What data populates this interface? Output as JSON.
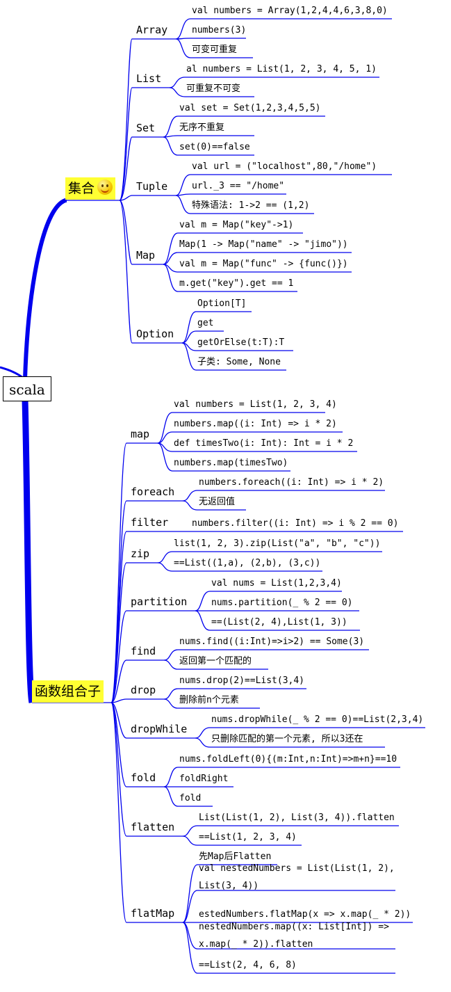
{
  "root": "scala",
  "collections": {
    "label": "集合",
    "icon": "smiley-icon",
    "groups": [
      {
        "name": "Array",
        "items": [
          "val numbers = Array(1,2,4,4,6,3,8,0)",
          "numbers(3)",
          "可变可重复"
        ]
      },
      {
        "name": "List",
        "items": [
          "al numbers = List(1, 2, 3, 4, 5, 1)",
          "可重复不可变"
        ]
      },
      {
        "name": "Set",
        "items": [
          "val set = Set(1,2,3,4,5,5)",
          "无序不重复",
          "set(0)==false"
        ]
      },
      {
        "name": "Tuple",
        "items": [
          "val url = (\"localhost\",80,\"/home\")",
          "url._3 == \"/home\"",
          "特殊语法: 1->2 == (1,2)"
        ]
      },
      {
        "name": "Map",
        "items": [
          "val m = Map(\"key\"->1)",
          "Map(1 -> Map(\"name\" -> \"jimo\"))",
          "val m = Map(\"func\" -> {func()})",
          "m.get(\"key\").get == 1"
        ]
      },
      {
        "name": "Option",
        "items": [
          "Option[T]",
          "get",
          "getOrElse(t:T):T",
          "子类: Some, None"
        ]
      }
    ]
  },
  "combinators": {
    "label": "函数组合子",
    "groups": [
      {
        "name": "map",
        "items": [
          "val numbers = List(1, 2, 3, 4)",
          "numbers.map((i: Int) => i * 2)",
          "def timesTwo(i: Int): Int = i * 2",
          "numbers.map(timesTwo)"
        ]
      },
      {
        "name": "foreach",
        "items": [
          "numbers.foreach((i: Int) => i * 2)",
          "无返回值"
        ]
      },
      {
        "name": "filter",
        "items": [
          "numbers.filter((i: Int) => i % 2 == 0)"
        ]
      },
      {
        "name": "zip",
        "items": [
          "list(1, 2, 3).zip(List(\"a\", \"b\", \"c\"))",
          "==List((1,a), (2,b), (3,c))"
        ]
      },
      {
        "name": "partition",
        "items": [
          "val nums = List(1,2,3,4)",
          "nums.partition(_ % 2 == 0)",
          "==(List(2, 4),List(1, 3))"
        ]
      },
      {
        "name": "find",
        "items": [
          "nums.find((i:Int)=>i>2) == Some(3)",
          "返回第一个匹配的"
        ]
      },
      {
        "name": "drop",
        "items": [
          "nums.drop(2)==List(3,4)",
          "删除前n个元素"
        ]
      },
      {
        "name": "dropWhile",
        "items": [
          "nums.dropWhile(_ % 2 == 0)==List(2,3,4)",
          "只删除匹配的第一个元素, 所以3还在"
        ]
      },
      {
        "name": "fold",
        "items": [
          "nums.foldLeft(0){(m:Int,n:Int)=>m+n}==10",
          "foldRight",
          "fold"
        ]
      },
      {
        "name": "flatten",
        "items": [
          "List(List(1, 2), List(3, 4)).flatten",
          "==List(1, 2, 3, 4)"
        ]
      },
      {
        "name": "flatMap",
        "items": [
          "先Map后Flatten",
          "val nestedNumbers = List(List(1, 2),\nList(3, 4))",
          "estedNumbers.flatMap(x => x.map(_ * 2))",
          "nestedNumbers.map((x: List[Int]) =>\nx.map(_ * 2)).flatten",
          "==List(2, 4, 6, 8)"
        ]
      }
    ]
  }
}
